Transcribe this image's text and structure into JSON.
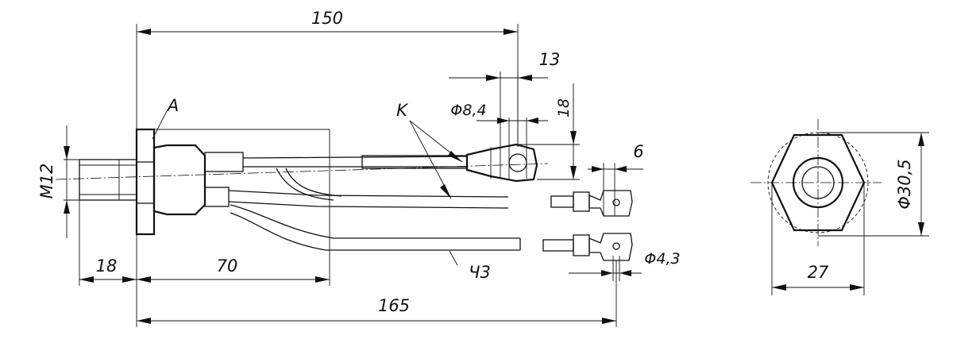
{
  "drawing": {
    "dimensions": {
      "overall_length": "150",
      "thread_size": "M12",
      "hex_offset": "18",
      "body_length": "70",
      "total_length": "165",
      "lug_width": "13",
      "lug_height": "18",
      "lug_hole": "Φ8,4",
      "small_lug_width": "6",
      "small_lug_hole": "Φ4,3",
      "hex_flats": "27",
      "hex_diameter": "Φ30,5"
    },
    "labels": {
      "surface_a": "A",
      "wire_k": "K",
      "wire_ch3": "Ч3"
    }
  }
}
